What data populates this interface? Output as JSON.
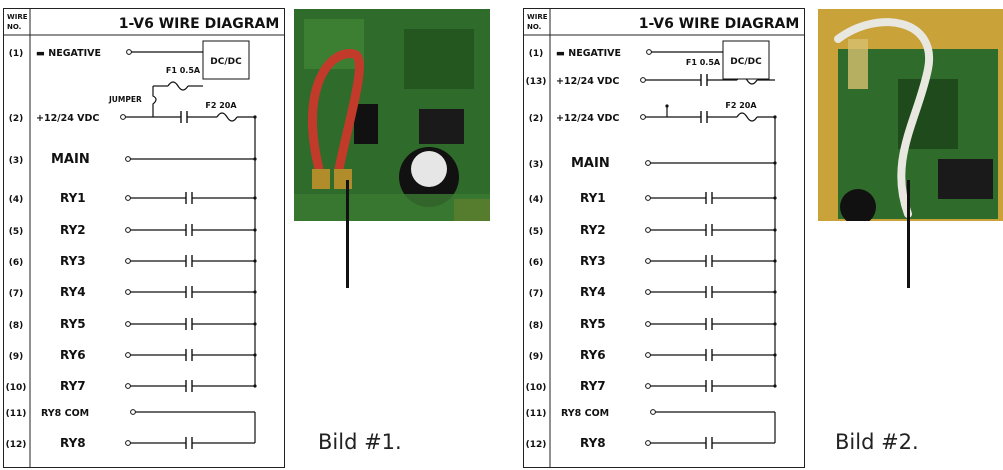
{
  "diagrams": [
    {
      "header_no": "WIRE\nNO.",
      "title": "1-V6 WIRE DIAGRAM",
      "rows": [
        {
          "no": "(1)",
          "label": "▬ NEGATIVE"
        },
        {
          "no": "(2)",
          "label": "+12/24 VDC"
        },
        {
          "no": "(3)",
          "label": "MAIN"
        },
        {
          "no": "(4)",
          "label": "RY1"
        },
        {
          "no": "(5)",
          "label": "RY2"
        },
        {
          "no": "(6)",
          "label": "RY3"
        },
        {
          "no": "(7)",
          "label": "RY4"
        },
        {
          "no": "(8)",
          "label": "RY5"
        },
        {
          "no": "(9)",
          "label": "RY6"
        },
        {
          "no": "(10)",
          "label": "RY7"
        },
        {
          "no": "(11)",
          "label": "RY8 COM"
        },
        {
          "no": "(12)",
          "label": "RY8"
        }
      ],
      "fuse1": "F1  0.5A",
      "fuse2": "F2 20A",
      "dcdc": "DC/DC",
      "jumper": "JUMPER"
    },
    {
      "header_no": "WIRE\nNO.",
      "title": "1-V6 WIRE DIAGRAM",
      "rows": [
        {
          "no": "(1)",
          "label": "▬ NEGATIVE"
        },
        {
          "no": "(13)",
          "label": "+12/24 VDC"
        },
        {
          "no": "(2)",
          "label": "+12/24 VDC"
        },
        {
          "no": "(3)",
          "label": "MAIN"
        },
        {
          "no": "(4)",
          "label": "RY1"
        },
        {
          "no": "(5)",
          "label": "RY2"
        },
        {
          "no": "(6)",
          "label": "RY3"
        },
        {
          "no": "(7)",
          "label": "RY4"
        },
        {
          "no": "(8)",
          "label": "RY5"
        },
        {
          "no": "(9)",
          "label": "RY6"
        },
        {
          "no": "(10)",
          "label": "RY7"
        },
        {
          "no": "(11)",
          "label": "RY8 COM"
        },
        {
          "no": "(12)",
          "label": "RY8"
        }
      ],
      "fuse1": "F1  0.5A",
      "fuse2": "F2 20A",
      "dcdc": "DC/DC",
      "jumper": ""
    }
  ],
  "captions": [
    "Bild #1.",
    "Bild #2."
  ],
  "colors": {
    "pcb": "#2f6b2a",
    "wire_red": "#c23a2a",
    "wire_white": "#e8e8e0",
    "board_bg": "#c9a23a"
  }
}
